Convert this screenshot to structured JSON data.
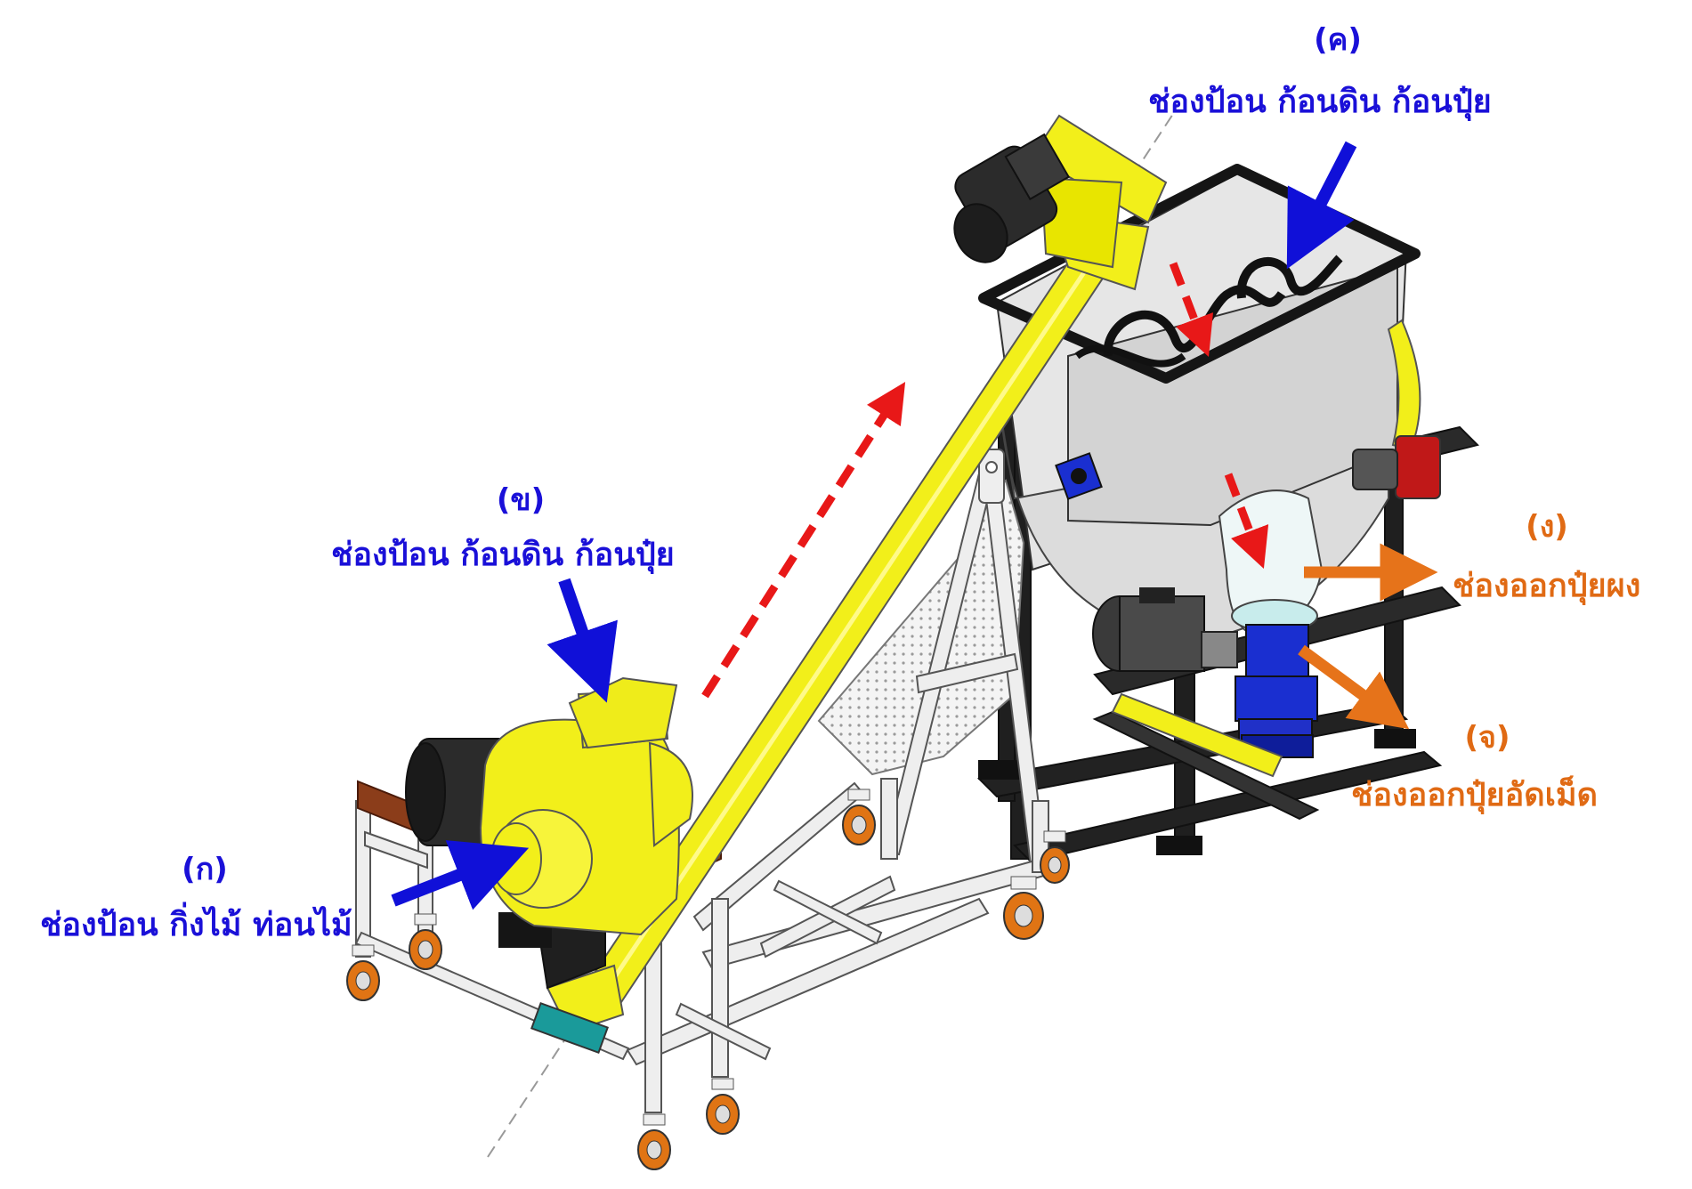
{
  "colors": {
    "inlet_label": "#1a10d8",
    "outlet_label": "#e06a14",
    "inlet_arrow": "#1010d8",
    "outlet_arrow": "#e6731a",
    "flow_arrow": "#e81818",
    "machine_yellow": "#f2ef1a",
    "frame_black": "#1c1c1c",
    "frame_silver": "#eeeeee",
    "wood": "#8b3d1a",
    "motor_blue": "#1a2fd0"
  },
  "labels": {
    "a": {
      "code": "(ก)",
      "text": "ช่องป้อน กิ่งไม้ ท่อนไม้"
    },
    "b": {
      "code": "(ข)",
      "text": "ช่องป้อน ก้อนดิน ก้อนปุ๋ย"
    },
    "c": {
      "code": "(ค)",
      "text": "ช่องป้อน ก้อนดิน ก้อนปุ๋ย"
    },
    "d": {
      "code": "(ง)",
      "text": "ช่องออกปุ๋ยผง"
    },
    "e": {
      "code": "(จ)",
      "text": "ช่องออกปุ๋ยอัดเม็ด"
    }
  }
}
